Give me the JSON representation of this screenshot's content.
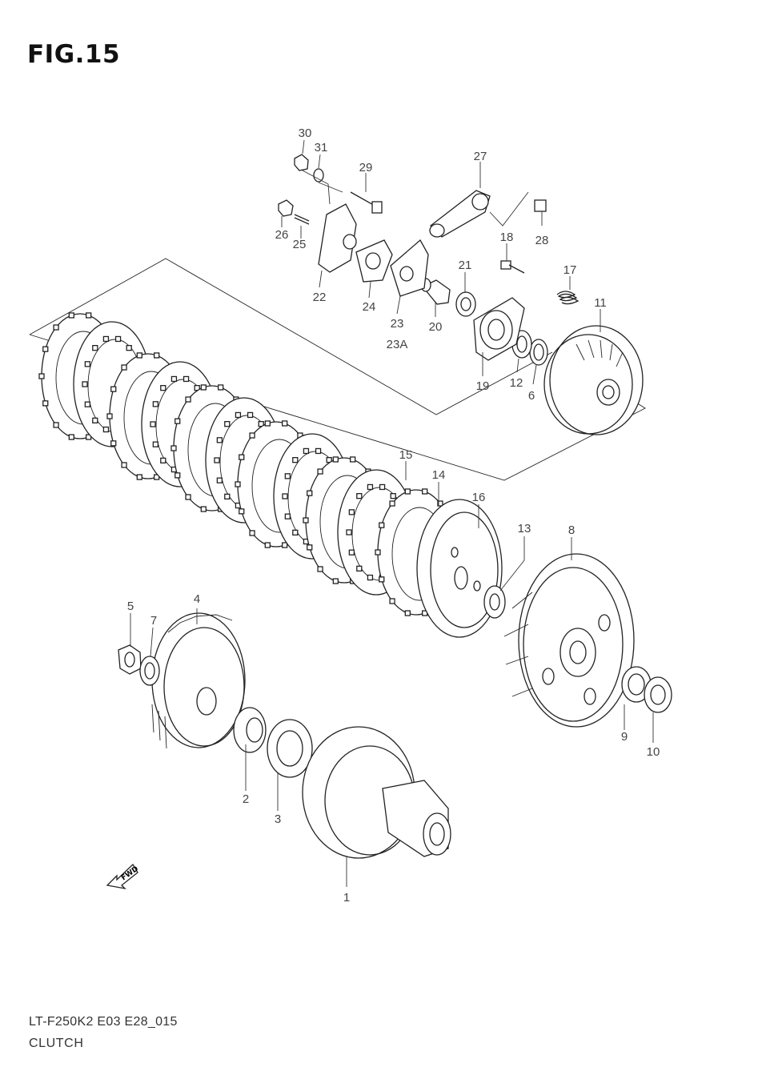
{
  "figure": {
    "title": "FIG.15",
    "model_code": "LT-F250K2 E03 E28_015",
    "caption": "CLUTCH",
    "fwd_label": "FWD"
  },
  "callouts": {
    "c1": "1",
    "c2": "2",
    "c3": "3",
    "c4": "4",
    "c5": "5",
    "c6": "6",
    "c7": "7",
    "c8": "8",
    "c9": "9",
    "c10": "10",
    "c11": "11",
    "c12": "12",
    "c13": "13",
    "c14": "14",
    "c15": "15",
    "c16": "16",
    "c17": "17",
    "c18": "18",
    "c19": "19",
    "c20": "20",
    "c21": "21",
    "c22": "22",
    "c23": "23",
    "c23a": "23A",
    "c24": "24",
    "c25": "25",
    "c26": "26",
    "c27": "27",
    "c28": "28",
    "c29": "29",
    "c30": "30",
    "c31": "31"
  }
}
